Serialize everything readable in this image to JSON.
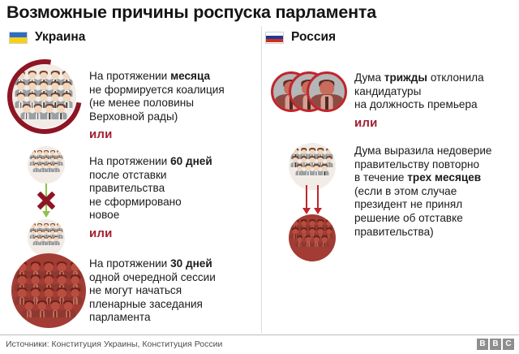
{
  "title": "Возможные причины роспуска парламента",
  "columns": {
    "ukraine": {
      "flag_icon": "flag-ukraine-icon",
      "name": "Украина",
      "blocks": [
        {
          "icon": "crowd-circle-icon",
          "line1_pre": "На протяжении ",
          "line1_bold": "месяца",
          "rest": "не формируется коалиция\n(не менее половины\nВерховной рады)",
          "or": "или"
        },
        {
          "icon": "crowd-x-crowd-icon",
          "line1_pre": "На протяжении ",
          "line1_bold": "60 дней",
          "rest": "после отставки\nправительства\nне сформировано\nновое",
          "or": "или"
        },
        {
          "icon": "crowd-circle-red-icon",
          "line1_pre": "На протяжении ",
          "line1_bold": "30 дней",
          "rest": "одной очередной сессии\nне могут начаться\nпленарные заседания\nпарламента",
          "or": ""
        }
      ]
    },
    "russia": {
      "flag_icon": "flag-russia-icon",
      "name": "Россия",
      "blocks": [
        {
          "icon": "three-candidates-icon",
          "line1_pre": "Дума ",
          "line1_bold": "трижды",
          "line1_post": " отклонила",
          "rest": "кандидатуры\nна должность премьера",
          "or": "или"
        },
        {
          "icon": "crowd-arrows-crowd-icon",
          "line1_pre": "Дума выразила недоверие",
          "line1_bold": "",
          "rest": "правительству повторно\nв течение [b]трех месяцев[/b]\n(если в этом случае\nпрезидент не принял\nрешение об отставке\nправительства)",
          "or": ""
        }
      ]
    }
  },
  "footer": {
    "source": "Источники: Конституция Украины, Конституция России",
    "logo": [
      "B",
      "B",
      "C"
    ]
  },
  "colors": {
    "accent_red": "#a41f32",
    "ring_red": "#8e1524",
    "arrow_green": "#8cc34a",
    "arrow_red": "#c0262c",
    "text": "#1a1a1a",
    "divider": "#dcdcdc"
  }
}
